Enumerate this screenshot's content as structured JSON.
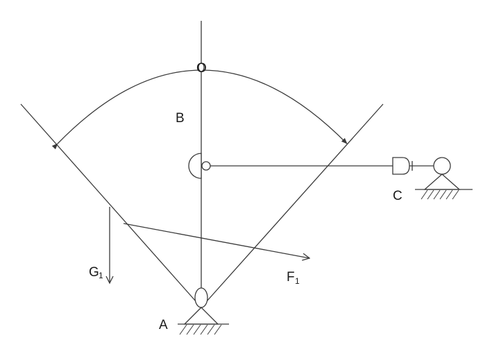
{
  "labels": {
    "o": "O",
    "b": "B",
    "c": "C",
    "a": "A",
    "g_main": "G",
    "g_sub": "1",
    "f_main": "F",
    "f_sub": "1"
  }
}
